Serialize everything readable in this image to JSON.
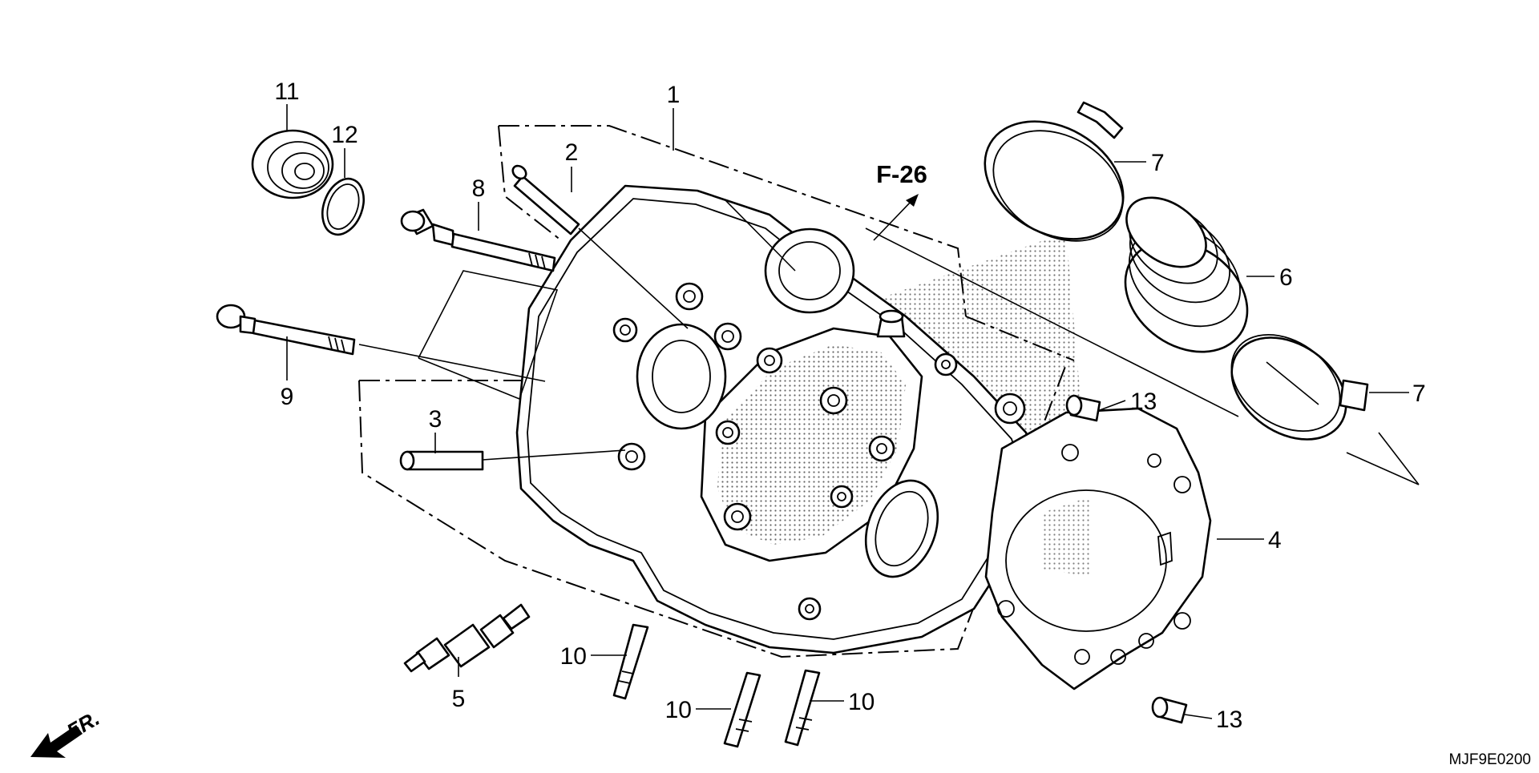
{
  "diagram": {
    "reference_label": "F-26",
    "direction_label": "FR.",
    "diagram_code": "MJF9E0200",
    "callouts": [
      {
        "id": "c1",
        "label": "1"
      },
      {
        "id": "c2",
        "label": "2"
      },
      {
        "id": "c3",
        "label": "3"
      },
      {
        "id": "c4",
        "label": "4"
      },
      {
        "id": "c5",
        "label": "5"
      },
      {
        "id": "c6",
        "label": "6"
      },
      {
        "id": "c7a",
        "label": "7"
      },
      {
        "id": "c7b",
        "label": "7"
      },
      {
        "id": "c8",
        "label": "8"
      },
      {
        "id": "c9",
        "label": "9"
      },
      {
        "id": "c10a",
        "label": "10"
      },
      {
        "id": "c10b",
        "label": "10"
      },
      {
        "id": "c10c",
        "label": "10"
      },
      {
        "id": "c11",
        "label": "11"
      },
      {
        "id": "c12",
        "label": "12"
      },
      {
        "id": "c13a",
        "label": "13"
      },
      {
        "id": "c13b",
        "label": "13"
      }
    ]
  }
}
